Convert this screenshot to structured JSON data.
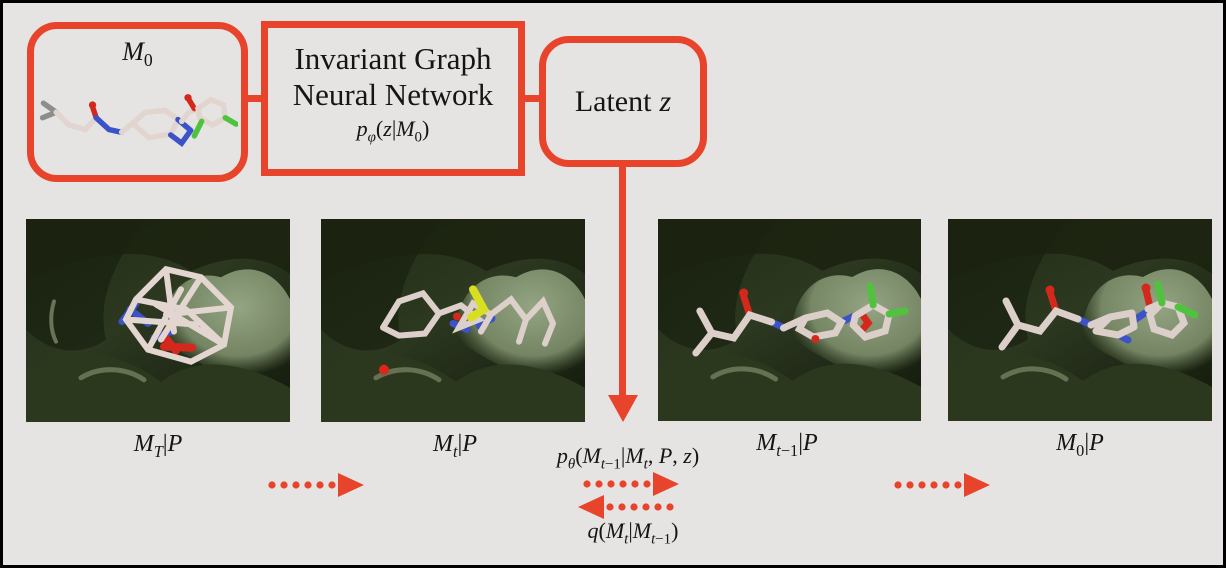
{
  "colors": {
    "accent_red": "#e8432b",
    "background": "#e5e4e2",
    "frame_border": "#000000",
    "text": "#151515",
    "pocket_dark_green": "#1c2411",
    "pocket_mid_green": "#2c381d",
    "pocket_light_sage": "#93a381",
    "stick_carbon": "#e2d5cf",
    "atom_oxygen_red": "#d5281c",
    "atom_nitrogen_blue": "#3b52c8",
    "atom_chlorine_green": "#4fc33e",
    "atom_sulfur_yellow": "#d8de20",
    "stick_gray": "#8d8d8d"
  },
  "icons": {
    "solid_down_arrow": "▼",
    "dotted_arrow_right": "⇢",
    "dotted_arrow_left": "⇠"
  },
  "encoder": {
    "m0_box": {
      "label": "M_0"
    },
    "gnn_box": {
      "line1": "Invariant Graph",
      "line2": "Neural Network",
      "formula": "p_φ(z|M_0)"
    },
    "latent_box": {
      "label": "Latent",
      "variable": "z"
    }
  },
  "diffusion": {
    "frames": [
      {
        "label": "M_T|P"
      },
      {
        "label": "M_t|P"
      },
      {
        "label": "M_{t−1}|P"
      },
      {
        "label": "M_0|P"
      }
    ],
    "reverse_formula": "p_θ(M_{t−1}|M_t, P, z)",
    "forward_formula": "q(M_t|M_{t−1})"
  }
}
